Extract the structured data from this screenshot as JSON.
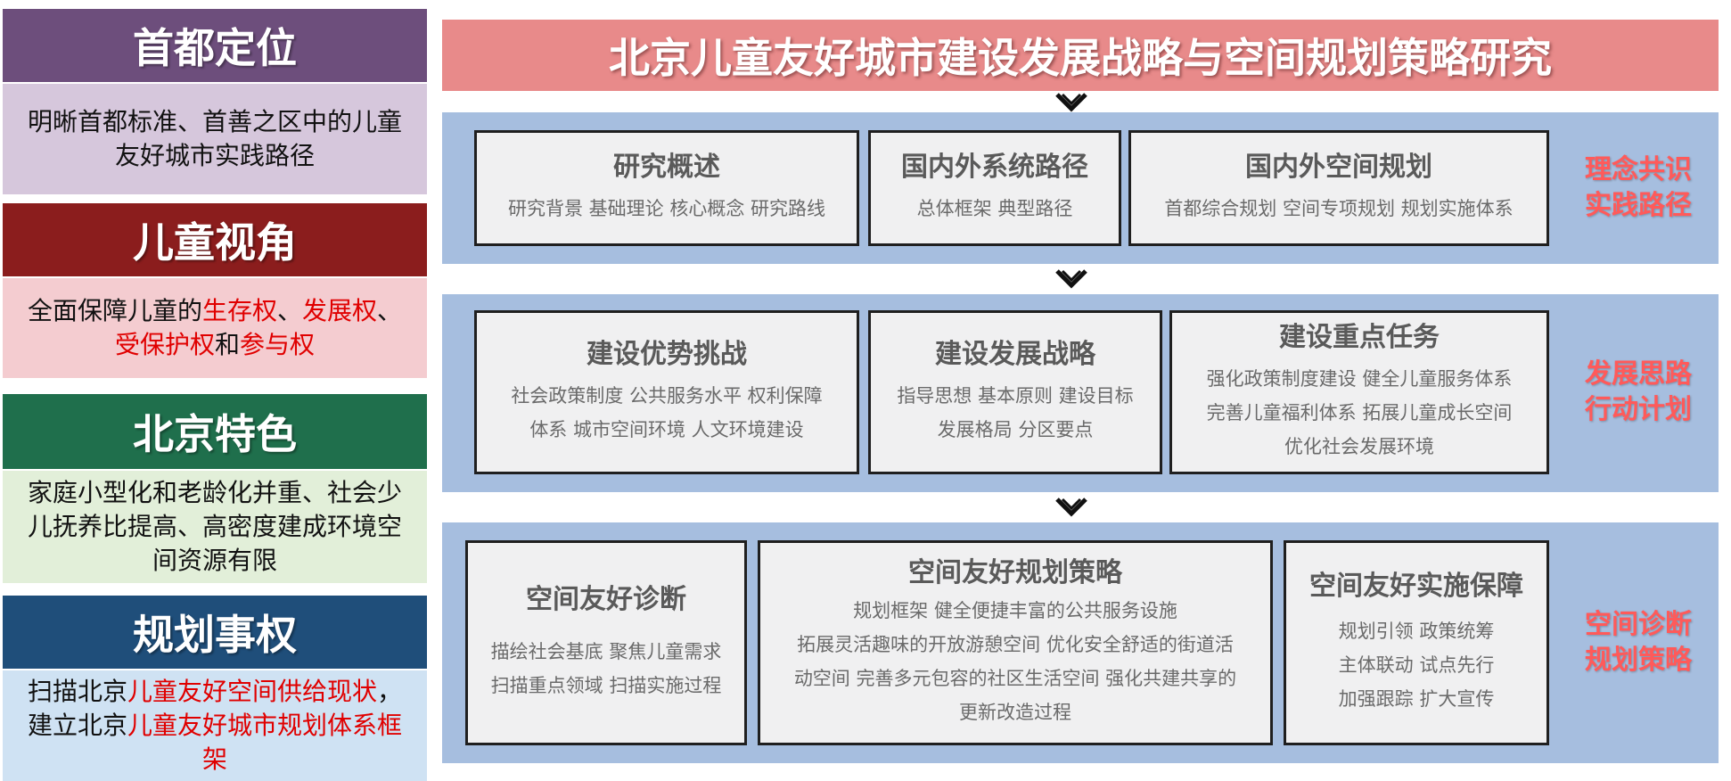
{
  "left": {
    "sections": [
      {
        "heading": "首都定位",
        "heading_color": "#6d4e7c",
        "body_bg": "#d6c7dc",
        "body": [
          {
            "text": "明晰首都标准、首善之区中的儿童友好城市实践路径",
            "hl": false
          }
        ]
      },
      {
        "heading": "儿童视角",
        "heading_color": "#8b1d1d",
        "body_bg": "#f4ccd0",
        "body": [
          {
            "text": "全面保障儿童的",
            "hl": false
          },
          {
            "text": "生存权",
            "hl": true
          },
          {
            "text": "、",
            "hl": false
          },
          {
            "text": "发展权",
            "hl": true
          },
          {
            "text": "、",
            "hl": false
          },
          {
            "text": "受保护权",
            "hl": true
          },
          {
            "text": "和",
            "hl": false
          },
          {
            "text": "参与权",
            "hl": true
          }
        ]
      },
      {
        "heading": "北京特色",
        "heading_color": "#1f6f4c",
        "body_bg": "#e2efd9",
        "body": [
          {
            "text": "家庭小型化和老龄化并重、社会少儿抚养比提高、高密度建成环境空间资源有限",
            "hl": false
          }
        ]
      },
      {
        "heading": "规划事权",
        "heading_color": "#1f4e7a",
        "body_bg": "#cfe2f3",
        "body": [
          {
            "text": "扫描北京",
            "hl": false
          },
          {
            "text": "儿童友好空间供给现状",
            "hl": true
          },
          {
            "text": "，建立北京",
            "hl": false
          },
          {
            "text": "儿童友好城市规划体系框架",
            "hl": true
          }
        ]
      }
    ]
  },
  "title": "北京儿童友好城市建设发展战略与空间规划策略研究",
  "bands": [
    {
      "label_lines": [
        "理念共识",
        "实践路径"
      ],
      "boxes": [
        {
          "title": "研究概述",
          "lines": [
            "研究背景  基础理论  核心概念  研究路线"
          ]
        },
        {
          "title": "国内外系统路径",
          "lines": [
            "总体框架  典型路径"
          ]
        },
        {
          "title": "国内外空间规划",
          "lines": [
            "首都综合规划  空间专项规划  规划实施体系"
          ]
        }
      ]
    },
    {
      "label_lines": [
        "发展思路",
        "行动计划"
      ],
      "boxes": [
        {
          "title": "建设优势挑战",
          "lines": [
            "社会政策制度  公共服务水平  权利保障",
            "体系  城市空间环境  人文环境建设"
          ]
        },
        {
          "title": "建设发展战略",
          "lines": [
            "指导思想  基本原则  建设目标",
            "发展格局  分区要点"
          ]
        },
        {
          "title": "建设重点任务",
          "lines": [
            "强化政策制度建设  健全儿童服务体系",
            "完善儿童福利体系  拓展儿童成长空间",
            "优化社会发展环境"
          ]
        }
      ]
    },
    {
      "label_lines": [
        "空间诊断",
        "规划策略"
      ],
      "boxes": [
        {
          "title": "空间友好诊断",
          "lines": [
            "描绘社会基底  聚焦儿童需求",
            "扫描重点领域  扫描实施过程"
          ]
        },
        {
          "title": "空间友好规划策略",
          "lines": [
            "规划框架  健全便捷丰富的公共服务设施",
            "拓展灵活趣味的开放游憩空间  优化安全舒适的街道活",
            "动空间  完善多元包容的社区生活空间  强化共建共享的",
            "更新改造过程"
          ]
        },
        {
          "title": "空间友好实施保障",
          "lines": [
            "规划引领  政策统筹",
            "主体联动  试点先行",
            "加强跟踪  扩大宣传"
          ]
        }
      ]
    }
  ]
}
